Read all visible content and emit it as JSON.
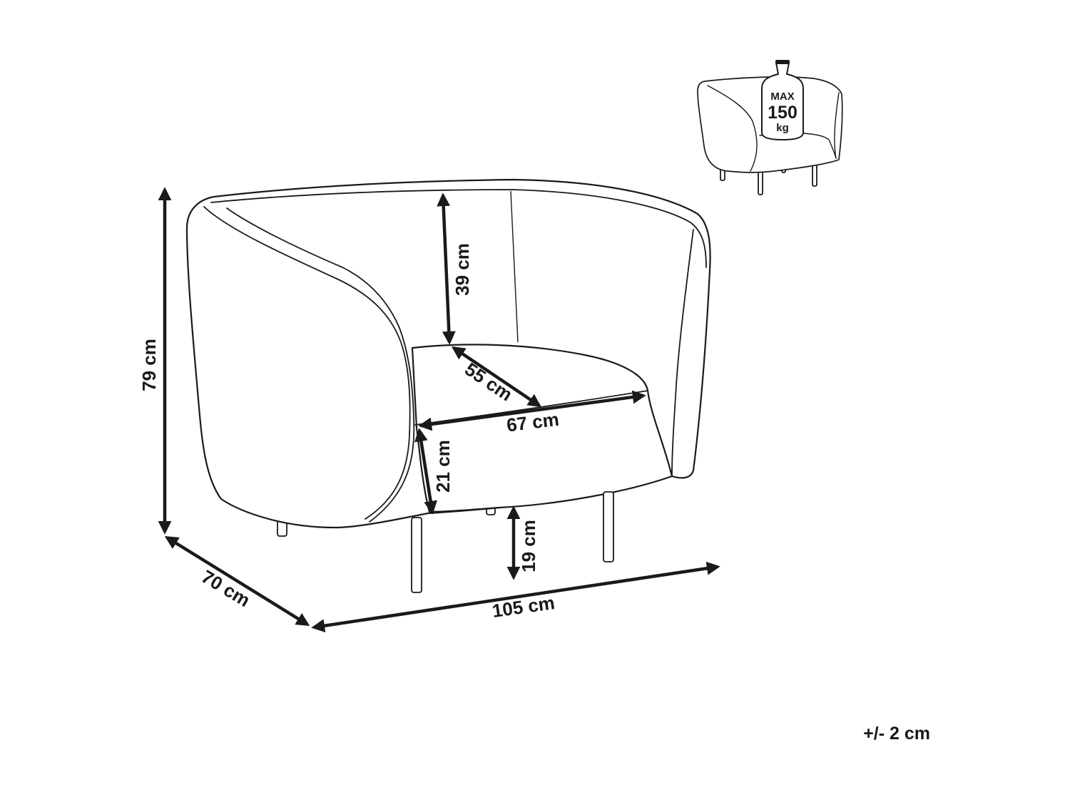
{
  "dimensions": {
    "height_total": "79 cm",
    "back_height": "39 cm",
    "seat_depth": "55 cm",
    "seat_width": "67 cm",
    "seat_height": "21 cm",
    "leg_height": "19 cm",
    "depth_total": "70 cm",
    "width_total": "105 cm"
  },
  "load_badge": {
    "line1": "MAX",
    "line2": "150",
    "line3": "kg"
  },
  "tolerance": "+/- 2 cm"
}
